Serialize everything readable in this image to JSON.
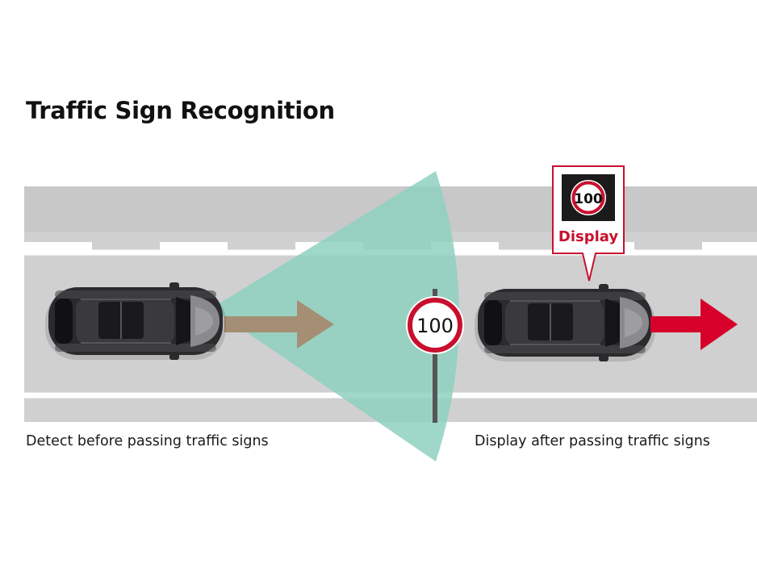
{
  "title": "Traffic Sign Recognition",
  "captions": {
    "before": "Detect before passing traffic signs",
    "after": "Display after passing traffic signs"
  },
  "road_sign": {
    "speed": "100"
  },
  "display_panel": {
    "speed": "100",
    "label": "Display"
  },
  "colors": {
    "road": "#d0d0d0",
    "detection_cone": "#8ed1c0",
    "detect_arrow": "#a58f74",
    "display_arrow": "#d6002a",
    "sign_border": "#c8102e"
  },
  "icons": [
    "car-icon",
    "speed-limit-sign-icon",
    "arrow-right-icon"
  ]
}
